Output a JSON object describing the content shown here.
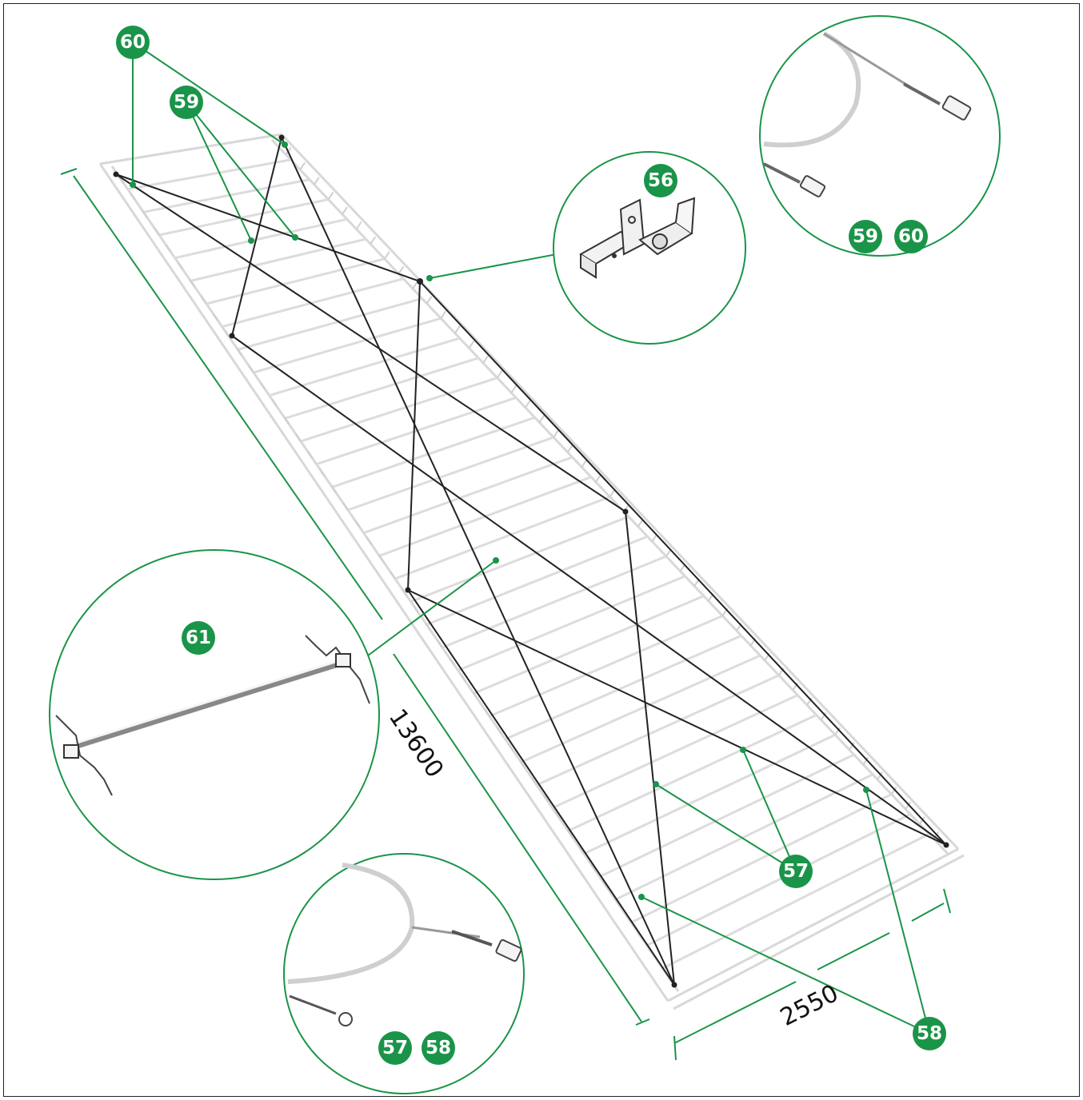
{
  "colors": {
    "accent": "#1a9448",
    "leader": "#1a9448",
    "strap": "#222222",
    "frame_line": "#d8d8d8"
  },
  "callouts": {
    "c56": "56",
    "c57": "57",
    "c58": "58",
    "c59": "59",
    "c60": "60",
    "c61": "61"
  },
  "detail_circles": {
    "strap_end_59_60": {
      "labels": [
        "59",
        "60"
      ]
    },
    "bracket_56": {
      "labels": [
        "56"
      ]
    },
    "crossbar_61": {
      "labels": [
        "61"
      ]
    },
    "strap_end_57_58": {
      "labels": [
        "57",
        "58"
      ]
    }
  },
  "dimensions": {
    "length": "13600",
    "width": "2550"
  }
}
